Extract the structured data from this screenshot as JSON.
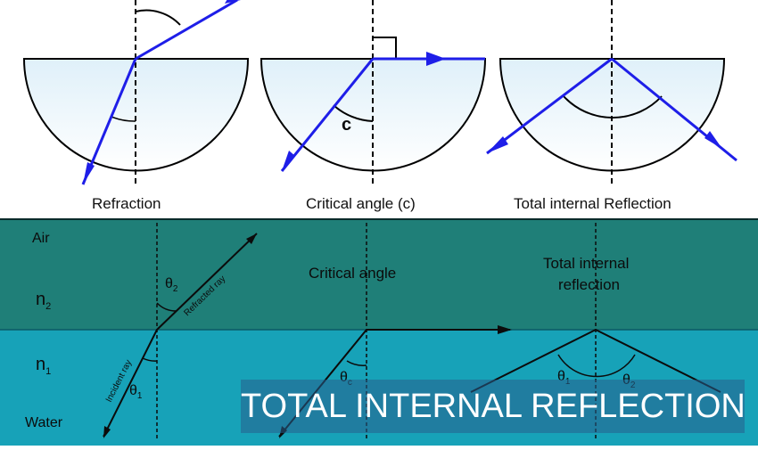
{
  "top_panel": {
    "captions": {
      "refraction": "Refraction",
      "critical": "Critical angle (c)",
      "tir": "Total internal Reflection"
    },
    "angle_label_c": "c"
  },
  "bottom_panel": {
    "media": {
      "air": "Air",
      "water": "Water"
    },
    "indices": {
      "n2_base": "n",
      "n2_sub": "2",
      "n1_base": "n",
      "n1_sub": "1"
    },
    "ray_labels": {
      "incident": "Incident ray",
      "refracted": "Refracted ray"
    },
    "angles": {
      "theta_base": "θ",
      "t2_sub": "2",
      "t1_sub": "1",
      "tc_sub": "c"
    },
    "headings": {
      "critical": "Critical angle",
      "tir_line1": "Total internal",
      "tir_line2": "reflection"
    }
  },
  "banner": {
    "title": "TOTAL INTERNAL REFLECTION"
  },
  "colors": {
    "ray_blue": "#1e1ee8",
    "glass_fill": "#cfe8f5",
    "air_band": "#1f7f78",
    "water_band": "#17a2b8",
    "banner_bg": "#3a6f99"
  }
}
